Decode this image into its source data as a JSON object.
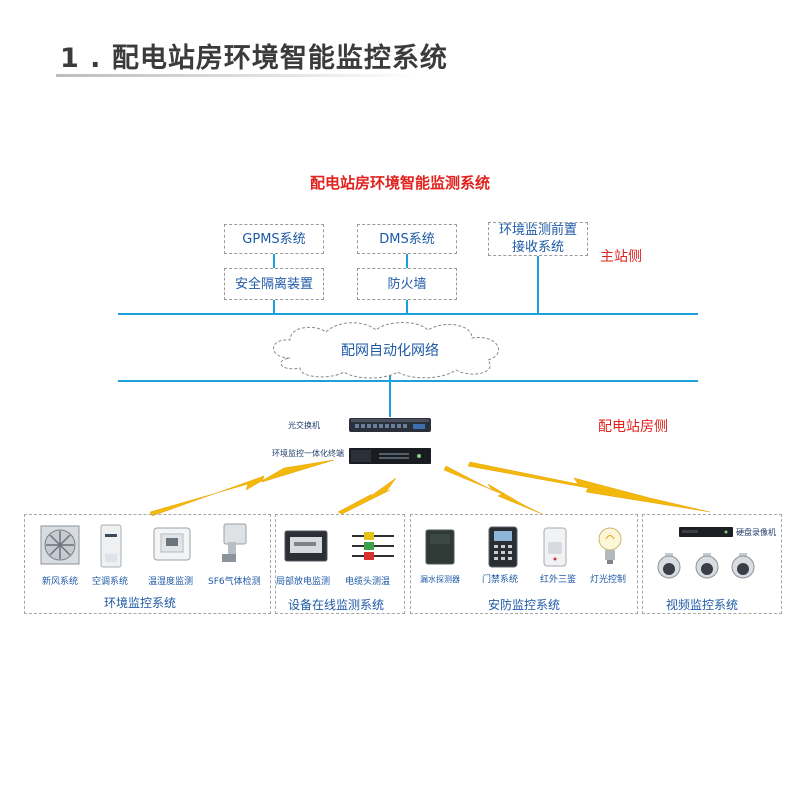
{
  "page": {
    "title": "1 . 配电站房环境智能监控系统"
  },
  "diagram": {
    "title": "配电站房环境智能监测系统",
    "main_station": {
      "side_label": "主站侧",
      "boxes": {
        "gpms": "GPMS系统",
        "dms": "DMS系统",
        "env_front": "环境监测前置接收系统",
        "security_isolation": "安全隔离装置",
        "firewall": "防火墙"
      }
    },
    "network_cloud": "配网自动化网络",
    "substation": {
      "side_label": "配电站房侧",
      "optical_switch": "光交换机",
      "env_terminal": "环境监控一体化终端"
    },
    "groups": [
      {
        "label": "环境监控系统",
        "items": [
          "新风系统",
          "空调系统",
          "温湿度监测",
          "SF6气体检测"
        ]
      },
      {
        "label": "设备在线监测系统",
        "items": [
          "局部放电监测",
          "电缆头测温"
        ]
      },
      {
        "label": "安防监控系统",
        "items": [
          "漏水探测器",
          "门禁系统",
          "红外三鉴",
          "灯光控制"
        ]
      },
      {
        "label": "视频监控系统",
        "items": [
          "硬盘录像机"
        ]
      }
    ]
  },
  "colors": {
    "accent_red": "#e0231f",
    "line_blue": "#1ba0dc",
    "text_blue": "#1f5aa6",
    "lightning": "#f2b90c"
  }
}
